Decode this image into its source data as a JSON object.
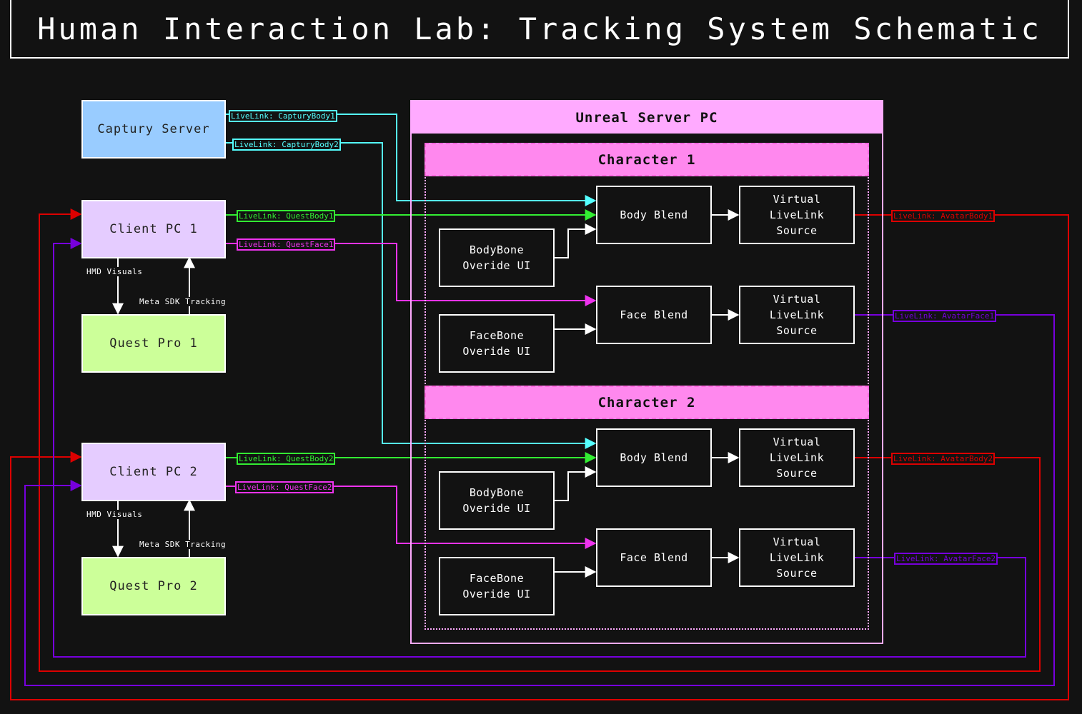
{
  "title": "Human Interaction Lab: Tracking System Schematic",
  "colors": {
    "capture": "#99ccff",
    "client": "#e5ccff",
    "quest": "#ccff99",
    "unreal": "#ffaaff",
    "character": "#ff88ee",
    "cyan": "#55ffff",
    "green": "#33ee33",
    "magenta": "#ee33ee",
    "red": "#dd0000",
    "violet": "#7700dd"
  },
  "external": {
    "captury": "Captury Server",
    "client1": "Client PC 1",
    "client2": "Client PC 2",
    "quest1": "Quest Pro 1",
    "quest2": "Quest Pro 2"
  },
  "edge_labels": {
    "hmd1": "HMD Visuals",
    "meta1": "Meta SDK Tracking",
    "hmd2": "HMD Visuals",
    "meta2": "Meta SDK Tracking"
  },
  "livelinks": {
    "captury_body1": "LiveLink: CapturyBody1",
    "captury_body2": "LiveLink: CapturyBody2",
    "quest_body1": "LiveLink: QuestBody1",
    "quest_face1": "LiveLink: QuestFace1",
    "quest_body2": "LiveLink: QuestBody2",
    "quest_face2": "LiveLink: QuestFace2",
    "avatar_body1": "LiveLink: AvatarBody1",
    "avatar_face1": "LiveLink: AvatarFace1",
    "avatar_body2": "LiveLink: AvatarBody2",
    "avatar_face2": "LiveLink: AvatarFace2"
  },
  "unreal": {
    "title": "Unreal Server PC",
    "characters": [
      {
        "title": "Character 1",
        "body_blend": "Body Blend",
        "face_blend": "Face Blend",
        "body_override": "BodyBone\nOveride UI",
        "face_override": "FaceBone\nOveride UI",
        "body_source": "Virtual\nLiveLink\nSource",
        "face_source": "Virtual\nLiveLink\nSource"
      },
      {
        "title": "Character 2",
        "body_blend": "Body Blend",
        "face_blend": "Face Blend",
        "body_override": "BodyBone\nOveride UI",
        "face_override": "FaceBone\nOveride UI",
        "body_source": "Virtual\nLiveLink\nSource",
        "face_source": "Virtual\nLiveLink\nSource"
      }
    ]
  }
}
